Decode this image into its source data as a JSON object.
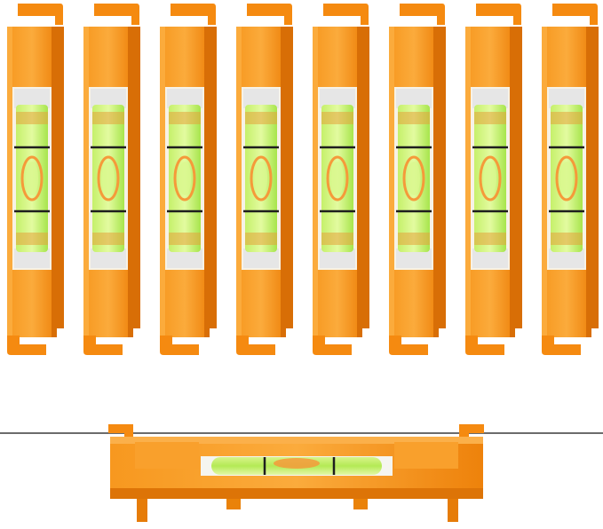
{
  "product": {
    "kind": "line-level-set",
    "vertical_level_count": 8,
    "horizontal_level_count": 1
  },
  "colors": {
    "background": "#ffffff",
    "body_orange": "#f58a10",
    "body_orange_light": "#fbab3c",
    "body_orange_dark": "#d86e06",
    "vial_green": "#9fe84a",
    "vial_green_light": "#d9f78f",
    "bubble_orange": "#f59a3a",
    "vial_cap": "#e6e6e6",
    "marking_line": "#1e1e1e",
    "string_line": "#3a3a3a"
  },
  "icons": {
    "vertical_level": "bubble-vial-level-icon",
    "horizontal_level": "line-level-icon",
    "string": "mason-string-line"
  }
}
